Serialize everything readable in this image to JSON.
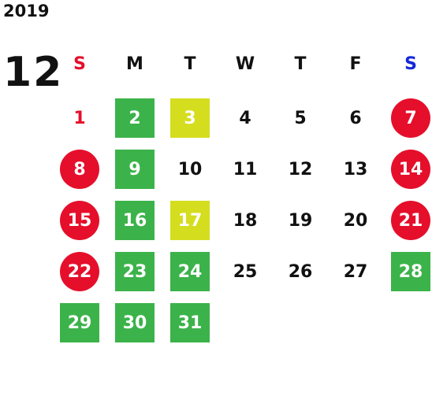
{
  "year": "2019",
  "month": "12",
  "weekdays": [
    {
      "label": "S",
      "color": "#e50f2b"
    },
    {
      "label": "M",
      "color": "#111111"
    },
    {
      "label": "T",
      "color": "#111111"
    },
    {
      "label": "W",
      "color": "#111111"
    },
    {
      "label": "T",
      "color": "#111111"
    },
    {
      "label": "F",
      "color": "#111111"
    },
    {
      "label": "S",
      "color": "#1428d8"
    }
  ],
  "legend_colors": {
    "green": "#3bb34a",
    "lime": "#d5dd1f",
    "red": "#e50f2b"
  },
  "weeks": [
    [
      {
        "d": "1",
        "s": "sun-plain"
      },
      {
        "d": "2",
        "s": "green"
      },
      {
        "d": "3",
        "s": "lime"
      },
      {
        "d": "4",
        "s": "plain"
      },
      {
        "d": "5",
        "s": "plain"
      },
      {
        "d": "6",
        "s": "plain"
      },
      {
        "d": "7",
        "s": "red"
      }
    ],
    [
      {
        "d": "8",
        "s": "red"
      },
      {
        "d": "9",
        "s": "green"
      },
      {
        "d": "10",
        "s": "plain"
      },
      {
        "d": "11",
        "s": "plain"
      },
      {
        "d": "12",
        "s": "plain"
      },
      {
        "d": "13",
        "s": "plain"
      },
      {
        "d": "14",
        "s": "red"
      }
    ],
    [
      {
        "d": "15",
        "s": "red"
      },
      {
        "d": "16",
        "s": "green"
      },
      {
        "d": "17",
        "s": "lime"
      },
      {
        "d": "18",
        "s": "plain"
      },
      {
        "d": "19",
        "s": "plain"
      },
      {
        "d": "20",
        "s": "plain"
      },
      {
        "d": "21",
        "s": "red"
      }
    ],
    [
      {
        "d": "22",
        "s": "red"
      },
      {
        "d": "23",
        "s": "green"
      },
      {
        "d": "24",
        "s": "green"
      },
      {
        "d": "25",
        "s": "plain"
      },
      {
        "d": "26",
        "s": "plain"
      },
      {
        "d": "27",
        "s": "plain"
      },
      {
        "d": "28",
        "s": "green"
      }
    ],
    [
      {
        "d": "29",
        "s": "green"
      },
      {
        "d": "30",
        "s": "green"
      },
      {
        "d": "31",
        "s": "green"
      }
    ]
  ]
}
